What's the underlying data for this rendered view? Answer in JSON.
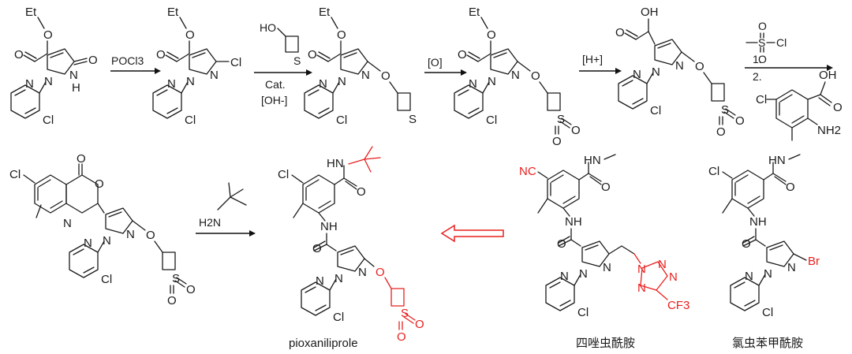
{
  "reagents": {
    "step1": "POCl3",
    "step2_top": "HO",
    "step2_ring_s": "S",
    "step2_cat": "Cat.",
    "step2_base": "[OH-]",
    "step3": "[O]",
    "step4": "[H+]",
    "step5_num1": "1.",
    "step5_num2": "2.",
    "step5_s": "S",
    "step5_cl": "Cl",
    "step5_o_top": "O",
    "step5_o_bot": "O",
    "step6": "H2N"
  },
  "atoms": {
    "et": "Et",
    "o": "O",
    "n": "N",
    "h": "H",
    "cl": "Cl",
    "s": "S",
    "oh": "OH",
    "nh": "NH",
    "hn": "HN",
    "nh2": "NH2",
    "nc": "NC",
    "br": "Br",
    "cf3": "CF3"
  },
  "labels": {
    "product": "pioxaniliprole",
    "ref1": "四唑虫酰胺",
    "ref2": "氯虫苯甲酰胺"
  },
  "colors": {
    "ink": "#1a1a1a",
    "highlight": "#e8201f"
  }
}
